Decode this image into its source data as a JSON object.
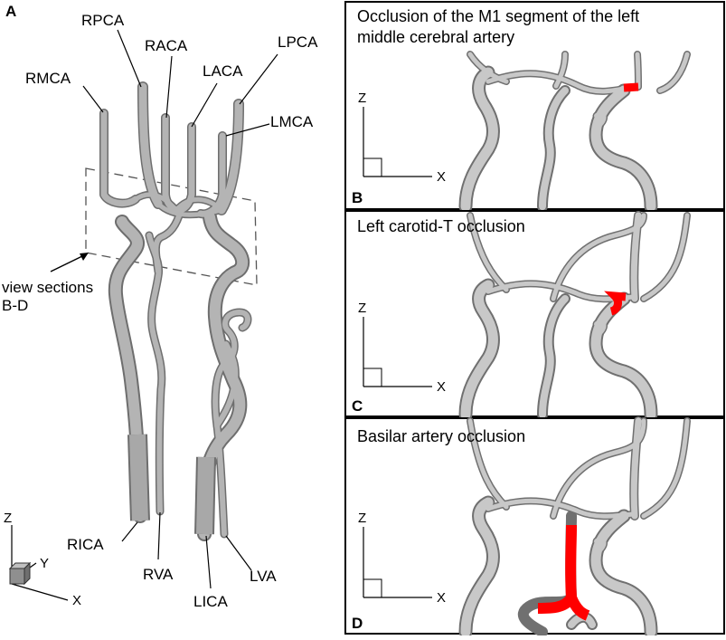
{
  "panel_a": {
    "letter": "A",
    "labels": {
      "rpca": "RPCA",
      "raca": "RACA",
      "laca": "LACA",
      "lpca": "LPCA",
      "rmca": "RMCA",
      "lmca": "LMCA",
      "rica": "RICA",
      "rva": "RVA",
      "lica": "LICA",
      "lva": "LVA"
    },
    "view_sections_line1": "view sections",
    "view_sections_line2": "B-D",
    "axes": {
      "z": "Z",
      "y": "Y",
      "x": "X"
    }
  },
  "panel_b": {
    "letter": "B",
    "title_line1": "Occlusion of the M1 segment of the left",
    "title_line2": "middle cerebral artery",
    "axes": {
      "z": "Z",
      "x": "X"
    }
  },
  "panel_c": {
    "letter": "C",
    "title_line1": "Left carotid-T occlusion",
    "axes": {
      "z": "Z",
      "x": "X"
    }
  },
  "panel_d": {
    "letter": "D",
    "title_line1": "Basilar artery occlusion",
    "axes": {
      "z": "Z",
      "x": "X"
    }
  },
  "colors": {
    "vessel": "#a9a9a9",
    "vessel_light": "#d9d9d9",
    "vessel_edge": "#6e6e6e",
    "occlusion": "#ff0000"
  }
}
